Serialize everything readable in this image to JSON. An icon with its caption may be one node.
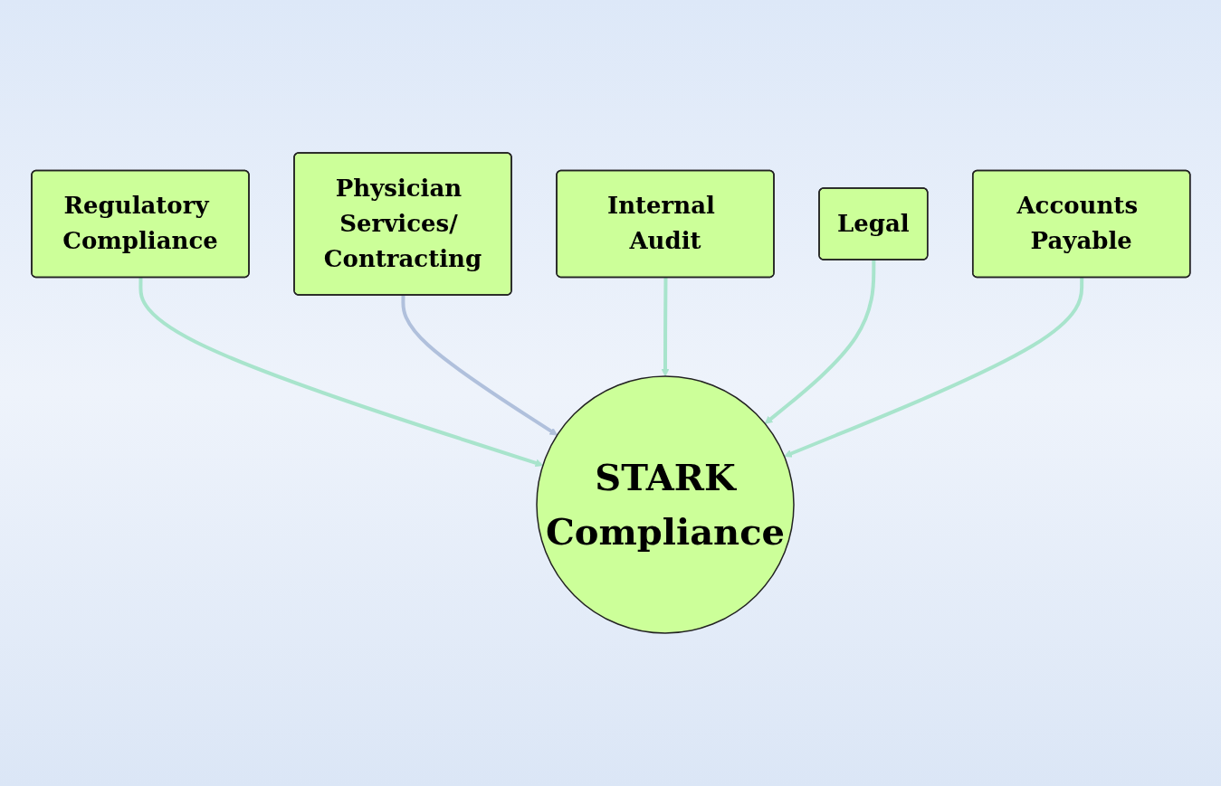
{
  "diagram": {
    "nodes": [
      {
        "text": [
          "Regulatory Compliance"
        ]
      },
      {
        "text": [
          "Physician Services/ Contracting"
        ]
      },
      {
        "text": [
          "Internal Audit"
        ]
      },
      {
        "text": [
          "Legal"
        ]
      },
      {
        "text": [
          "STARK",
          "Compliance"
        ]
      },
      {
        "text": [
          "Accounts Payable"
        ]
      }
    ],
    "edges": [
      {
        "from": 0,
        "to": 4,
        "arrow": "to"
      },
      {
        "from": 1,
        "to": 4,
        "arrow": "to",
        "color": "#b0c0dc"
      },
      {
        "from": 2,
        "to": 4,
        "arrow": "to"
      },
      {
        "from": 3,
        "to": 4,
        "arrow": "to"
      },
      {
        "from": 5,
        "to": 4,
        "arrow": "to"
      }
    ]
  }
}
